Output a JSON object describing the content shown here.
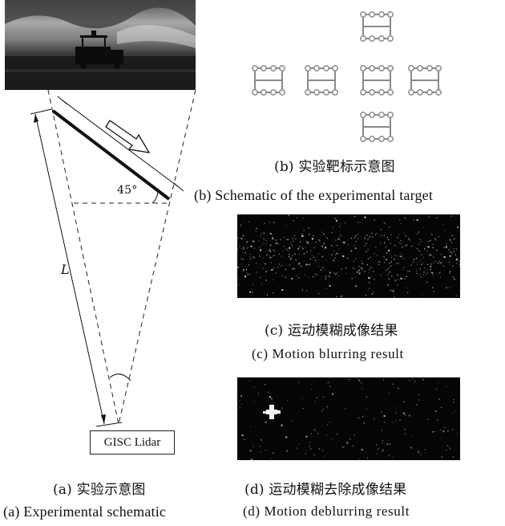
{
  "panel_a": {
    "angle_label": "45°",
    "distance_label": "L",
    "device_label": "GISC Lidar",
    "caption_cn": "(a) 实验示意图",
    "caption_en": "(a) Experimental schematic"
  },
  "panel_b": {
    "caption_cn": "(b) 实验靶标示意图",
    "caption_en": "(b) Schematic of the experimental target"
  },
  "panel_c": {
    "caption_cn": "(c) 运动模糊成像结果",
    "caption_en": "(c) Motion blurring result"
  },
  "panel_d": {
    "caption_cn": "(d) 运动模糊去除成像结果",
    "caption_en": "(d) Motion deblurring result"
  },
  "colors": {
    "line": "#111111",
    "target": "#8a8a8a",
    "image_bg": "#050505"
  }
}
